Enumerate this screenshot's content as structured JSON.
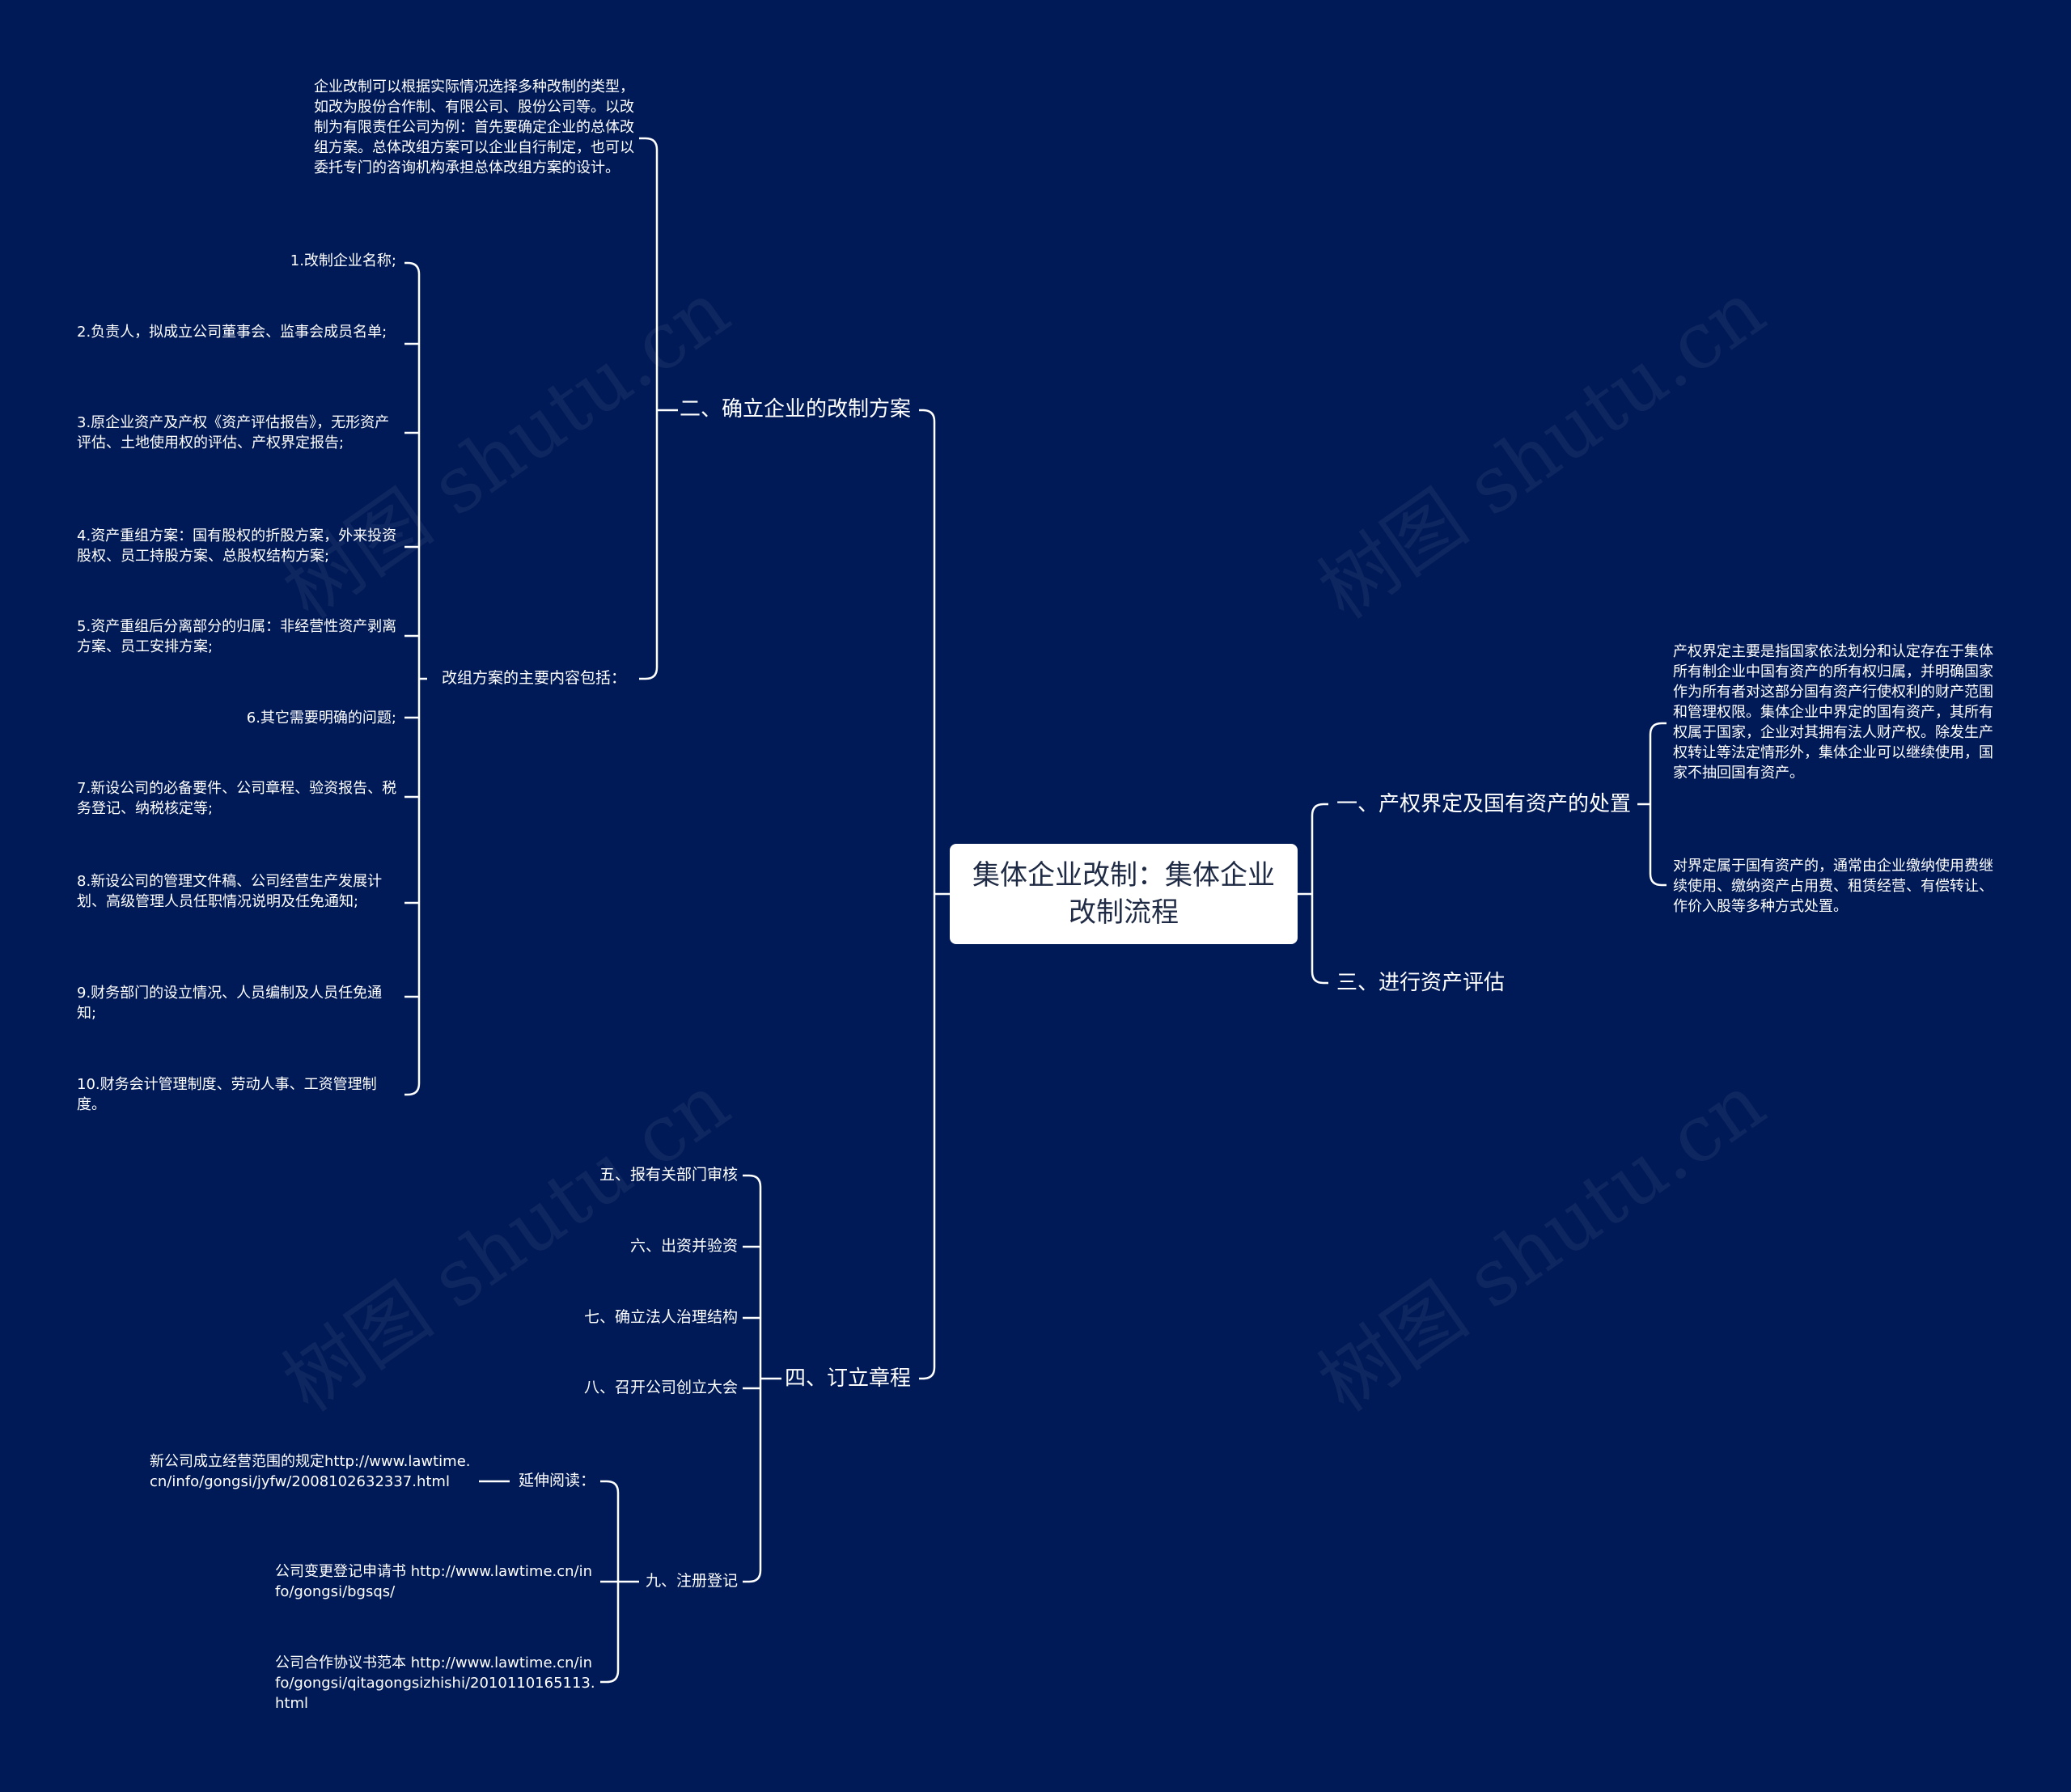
{
  "root": {
    "title": "集体企业改制：集体企业改制流程"
  },
  "branches": {
    "b1": {
      "label": "一、产权界定及国有资产的处置",
      "details": [
        "产权界定主要是指国家依法划分和认定存在于集体所有制企业中国有资产的所有权归属，并明确国家作为所有者对这部分国有资产行使权利的财产范围和管理权限。集体企业中界定的国有资产，其所有权属于国家，企业对其拥有法人财产权。除发生产权转让等法定情形外，集体企业可以继续使用，国家不抽回国有资产。",
        "对界定属于国有资产的，通常由企业缴纳使用费继续使用、缴纳资产占用费、租赁经营、有偿转让、作价入股等多种方式处置。"
      ]
    },
    "b2": {
      "label": "二、确立企业的改制方案",
      "intro": "企业改制可以根据实际情况选择多种改制的类型，如改为股份合作制、有限公司、股份公司等。以改制为有限责任公司为例：首先要确定企业的总体改组方案。总体改组方案可以企业自行制定，也可以委托专门的咨询机构承担总体改组方案的设计。",
      "sub_label": "改组方案的主要内容包括：",
      "items": [
        "1.改制企业名称;",
        "2.负责人，拟成立公司董事会、监事会成员名单;",
        "3.原企业资产及产权《资产评估报告》，无形资产评估、土地使用权的评估、产权界定报告;",
        "4.资产重组方案：国有股权的折股方案，外来投资股权、员工持股方案、总股权结构方案;",
        "5.资产重组后分离部分的归属：非经营性资产剥离方案、员工安排方案;",
        "6.其它需要明确的问题;",
        "7.新设公司的必备要件、公司章程、验资报告、税务登记、纳税核定等;",
        "8.新设公司的管理文件稿、公司经营生产发展计划、高级管理人员任职情况说明及任免通知;",
        "9.财务部门的设立情况、人员编制及人员任免通知;",
        "10.财务会计管理制度、劳动人事、工资管理制度。"
      ]
    },
    "b3": {
      "label": "三、进行资产评估"
    },
    "b4": {
      "label": "四、订立章程",
      "items": [
        "五、报有关部门审核",
        "六、出资并验资",
        "七、确立法人治理结构",
        "八、召开公司创立大会",
        "九、注册登记"
      ],
      "ext_label": "延伸阅读：",
      "ext_link": "新公司成立经营范围的规定http://www.lawtime.cn/info/gongsi/jyfw/2008102632337.html",
      "links": [
        "公司变更登记申请书 http://www.lawtime.cn/info/gongsi/bgsqs/",
        "公司合作协议书范本  http://www.lawtime.cn/info/gongsi/qitagongsizhishi/2010110165113.html"
      ]
    }
  },
  "watermark": "树图 shutu.cn",
  "colors": {
    "background": "#001a57",
    "line": "#ffffff",
    "root_bg": "#ffffff",
    "root_text": "#1f2a44"
  }
}
